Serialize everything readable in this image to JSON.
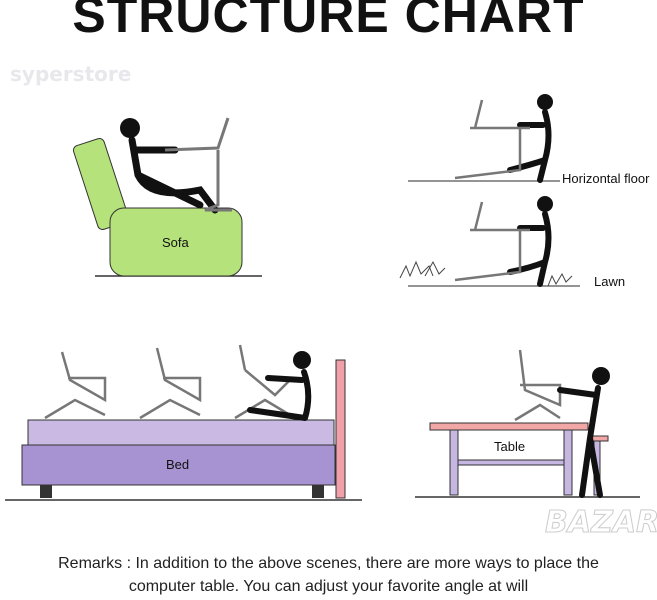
{
  "title": "STRUCTURE CHART",
  "watermarks": [
    "syperstore",
    "BAZAR"
  ],
  "scenes": {
    "sofa": "Sofa",
    "horizontal_floor": "Horizontal floor",
    "lawn": "Lawn",
    "bed": "Bed",
    "table": "Table"
  },
  "remarks": {
    "line1": "Remarks : In addition to the above scenes, there are more ways to place the",
    "line2": "computer table. You can adjust your favorite angle at will"
  },
  "colors": {
    "sofa": "#b5e27a",
    "bed_top": "#c9b9e3",
    "bed_base": "#a792d2",
    "headboard": "#f0a0a8",
    "table_top": "#f2a7a7",
    "table_legs": "#c5b6e2"
  }
}
